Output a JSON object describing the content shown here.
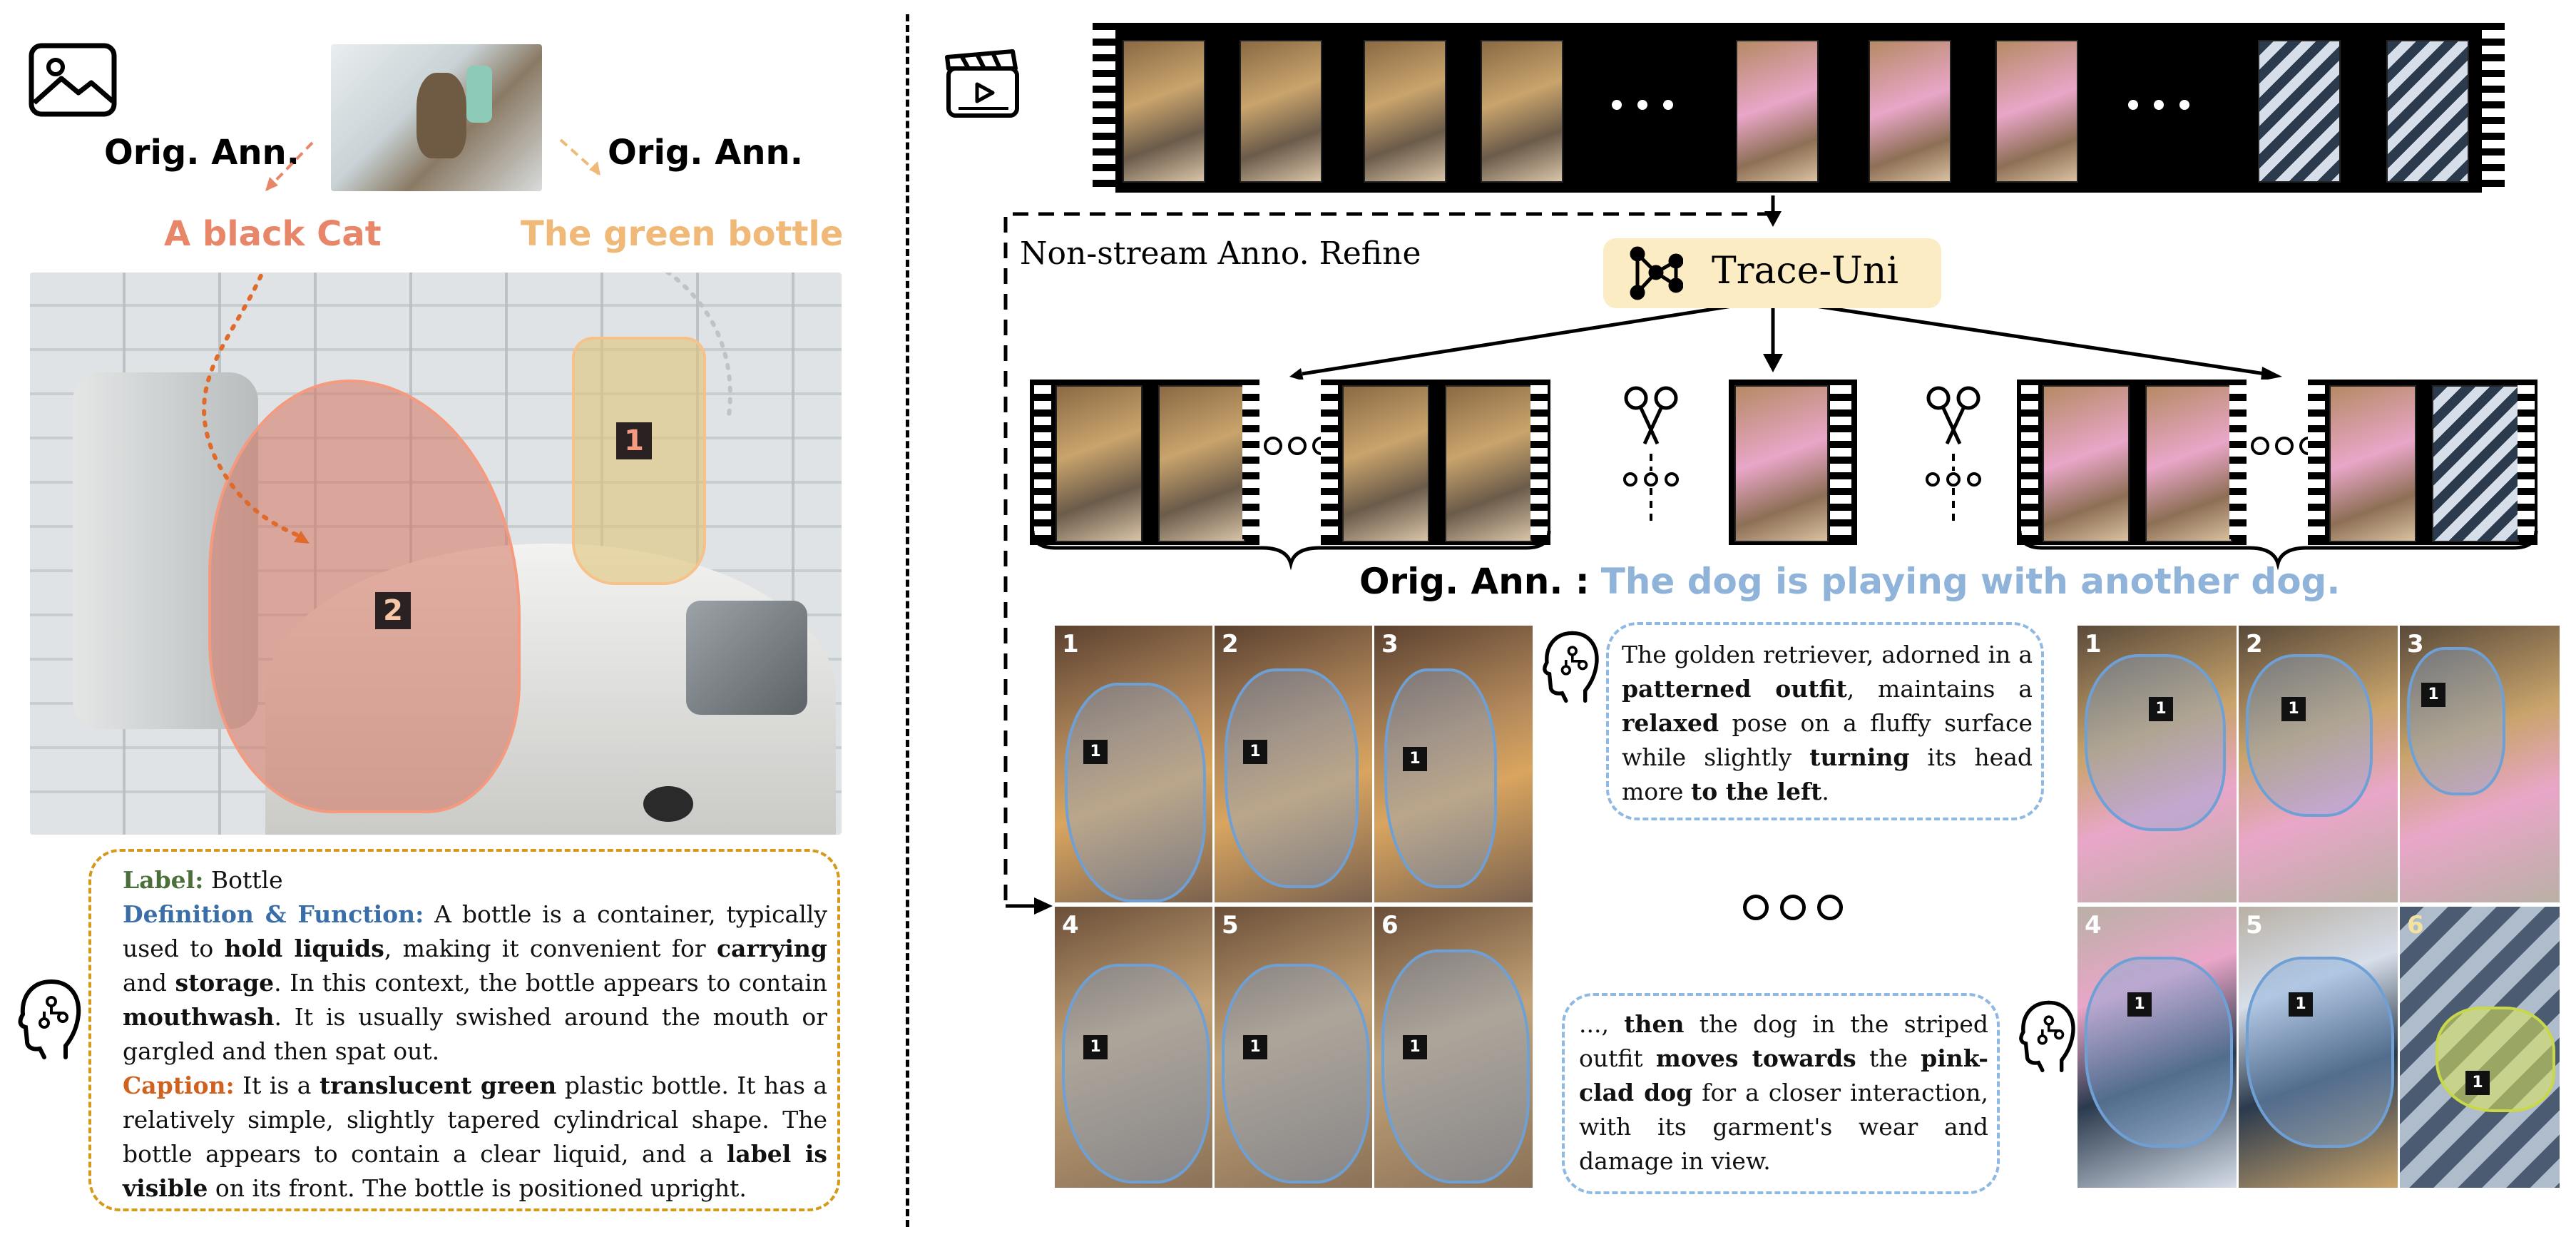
{
  "left_panel": {
    "orig_ann_left": "Orig. Ann.",
    "orig_ann_right": "Orig. Ann.",
    "cat_label": "A black Cat",
    "bottle_label": "The green bottle",
    "marker_bottle": "1",
    "marker_cat": "2",
    "caption_box": {
      "label_key": "Label:",
      "label_value": "Bottle",
      "definition_key": "Definition & Function:",
      "definition_parts": [
        " A bottle is a container, typically used to ",
        "hold liquids",
        ", making it convenient for ",
        "carrying",
        " and ",
        "storage",
        ". In this context, the bottle appears to contain ",
        "mouthwash",
        ". It is usually swished around the mouth or gargled and then spat out."
      ],
      "caption_key": "Caption:",
      "caption_parts": [
        " It is a ",
        "translucent green",
        " plastic bottle. It has a relatively simple, slightly tapered cylindrical shape. The bottle appears to contain a clear liquid, and a ",
        "label is visible",
        " on its front. The bottle is positioned upright."
      ]
    }
  },
  "right_panel": {
    "non_stream_label": "Non-stream Anno. Refine",
    "model_name": "Trace-Uni",
    "orig_ann_key": "Orig. Ann. :",
    "orig_ann_value": "The dog is playing with another dog.",
    "left_grid_numbers": [
      "1",
      "2",
      "3",
      "4",
      "5",
      "6"
    ],
    "right_grid_numbers": [
      "1",
      "2",
      "3",
      "4",
      "5",
      "6"
    ],
    "object_id": "1",
    "caption_top_parts": [
      "The golden retriever, adorned in a ",
      "patterned outfit",
      ", maintains a ",
      "relaxed",
      " pose on a fluffy surface while slightly ",
      "turning",
      " its head more ",
      "to the left",
      "."
    ],
    "caption_bottom_parts": [
      "..., ",
      "then",
      " the dog in the striped outfit ",
      "moves towards",
      " the ",
      "pink-clad dog",
      " for a closer interaction, with its garment's wear and damage in view."
    ]
  },
  "colors": {
    "cat_label": "#e8866a",
    "bottle_label": "#f0b978",
    "caption_border": "#d59a1b",
    "orig_ann_value": "#8fb3d9",
    "caption_dash_blue": "#8fb9e2",
    "trace_uni_bg": "#fbecc4"
  },
  "icons": [
    "image-icon",
    "clapperboard-icon",
    "ai-head-icon",
    "network-icon",
    "scissors-icon"
  ]
}
